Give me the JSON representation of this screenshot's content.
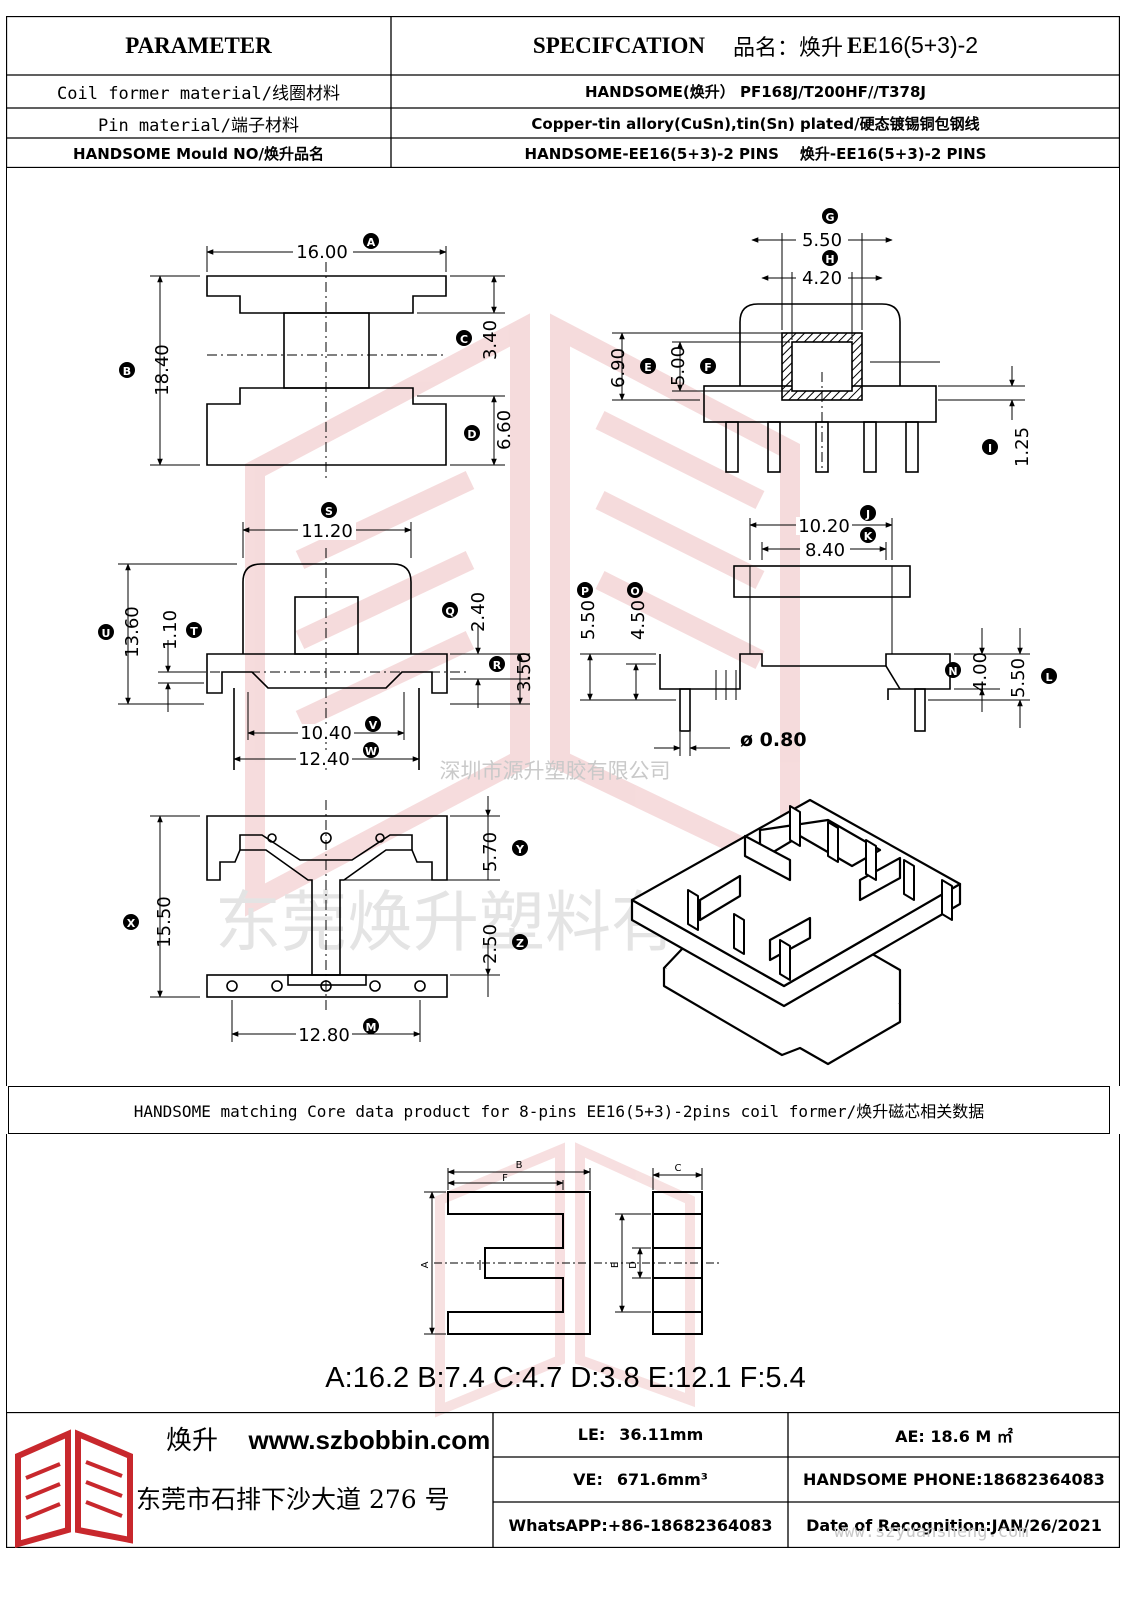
{
  "header": {
    "parameter_label": "PARAMETER",
    "spec_label": "SPECIFCATION",
    "product_name_prefix": "品名：焕升",
    "product_name_model_bold": "EE",
    "product_name_model_rest": "16(5+3)-2"
  },
  "spec_rows": [
    {
      "label": "Coil former material/线圈材料",
      "value": "HANDSOME(焕升）  PF168J/T200HF//T378J"
    },
    {
      "label": "Pin material/端子材料",
      "value": "Copper-tin allory(CuSn),tin(Sn) plated/硬态镀锡铜包钢线"
    },
    {
      "label": "HANDSOME Mould NO/焕升品名",
      "value": "HANDSOME-EE16(5+3)-2 PINS    焕升-EE16(5+3)-2 PINS"
    }
  ],
  "drawing": {
    "front_view": {
      "dim_a": "16.00",
      "mark_a": "A",
      "dim_b": "18.40",
      "mark_b": "B",
      "dim_c": "3.40",
      "mark_c": "C",
      "dim_d": "6.60",
      "mark_d": "D"
    },
    "end_view": {
      "dim_g": "5.50",
      "mark_g": "G",
      "dim_h": "4.20",
      "mark_h": "H",
      "dim_e": "6.90",
      "mark_e": "E",
      "dim_f": "5.00",
      "mark_f": "F",
      "dim_i": "1.25",
      "mark_i": "I"
    },
    "side_view": {
      "dim_s": "11.20",
      "mark_s": "S",
      "dim_u": "13.60",
      "mark_u": "U",
      "dim_t": "1.10",
      "mark_t": "T",
      "dim_q": "2.40",
      "mark_q": "Q",
      "dim_r": "3.50",
      "mark_r": "R",
      "dim_v": "10.40",
      "mark_v": "V",
      "dim_w": "12.40",
      "mark_w": "W"
    },
    "pin_view": {
      "dim_j": "10.20",
      "mark_j": "J",
      "dim_k": "8.40",
      "mark_k": "K",
      "dim_p": "5.50",
      "mark_p": "P",
      "dim_o": "4.50",
      "mark_o": "O",
      "dim_n": "4.00",
      "mark_n": "N",
      "dim_l": "5.50",
      "mark_l": "L",
      "pin_diameter": "ø 0.80"
    },
    "bottom_view": {
      "dim_x": "15.50",
      "mark_x": "X",
      "dim_y": "5.70",
      "mark_y": "Y",
      "dim_z": "2.50",
      "mark_z": "Z",
      "dim_m": "12.80",
      "mark_m": "M"
    },
    "watermark_small": "深圳市源升塑胶有限公司",
    "watermark_large": "东莞焕升塑料有限公司"
  },
  "core_section": {
    "title": "HANDSOME matching Core data  product for 8-pins EE16(5+3)-2pins coil former/焕升磁芯相关数据",
    "labels": {
      "a": "A",
      "b": "B",
      "c": "C",
      "d": "D",
      "e": "E",
      "f": "F"
    },
    "dimensions_text": "A:16.2 B:7.4 C:4.7 D:3.8 E:12.1 F:5.4"
  },
  "footer": {
    "brand": "焕升",
    "website": "www.szbobbin.com",
    "address": "东莞市石排下沙大道 276 号",
    "le_label": "LE:",
    "le_value": "36.11mm",
    "ae_label": "AE: 18.6 M ㎡",
    "ve_label": "VE:",
    "ve_value": "671.6mm³",
    "phone": "HANDSOME PHONE:18682364083",
    "whatsapp": "WhatsAPP:+86-18682364083",
    "date": "Date of Recognition:JAN/26/2021",
    "watermark_url": "www.szyuansheng.com"
  }
}
